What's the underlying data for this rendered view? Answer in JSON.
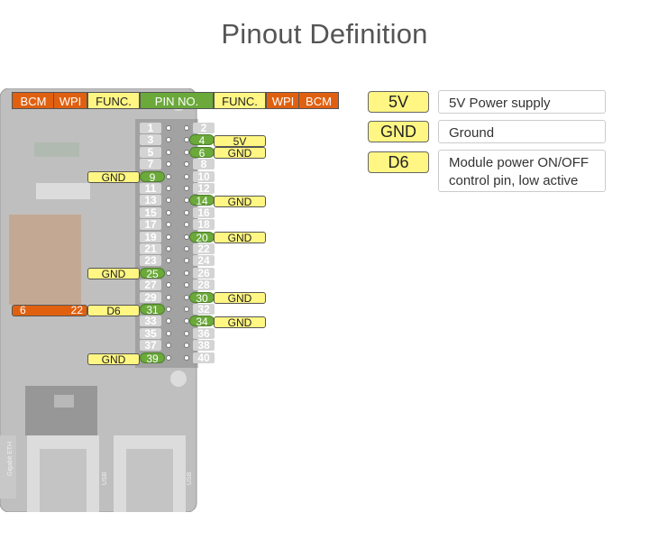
{
  "title": "Pinout Definition",
  "header": {
    "bcm_left": "BCM",
    "wpi_left": "WPI",
    "func_left": "FUNC.",
    "pin_no": "PIN NO.",
    "func_right": "FUNC.",
    "wpi_right": "WPI",
    "bcm_right": "BCM"
  },
  "pins": [
    "1",
    "2",
    "3",
    "4",
    "5",
    "6",
    "7",
    "8",
    "9",
    "10",
    "11",
    "12",
    "13",
    "14",
    "15",
    "16",
    "17",
    "18",
    "19",
    "20",
    "21",
    "22",
    "23",
    "24",
    "25",
    "26",
    "27",
    "28",
    "29",
    "30",
    "31",
    "32",
    "33",
    "34",
    "35",
    "36",
    "37",
    "38",
    "39",
    "40"
  ],
  "left_labels": {
    "pin9": "GND",
    "pin25": "GND",
    "pin31_func": "D6",
    "pin31_bcm": "6",
    "pin31_wpi": "22",
    "pin39": "GND"
  },
  "right_labels": {
    "pin4": "5V",
    "pin6": "GND",
    "pin14": "GND",
    "pin20": "GND",
    "pin30": "GND",
    "pin34": "GND"
  },
  "legend": [
    {
      "key": "5V",
      "desc": "5V Power supply"
    },
    {
      "key": "GND",
      "desc": "Ground"
    },
    {
      "key": "D6",
      "desc_line1": "Module power ON/OFF",
      "desc_line2": "control pin, low active"
    }
  ],
  "board_text": {
    "eth": "Gigabit ETH",
    "usb1": "USB",
    "usb2": "USB"
  },
  "colors": {
    "orange": "#e06010",
    "yellow": "#fff683",
    "green": "#6aa93a",
    "gray_pin": "#d4d4d4"
  }
}
